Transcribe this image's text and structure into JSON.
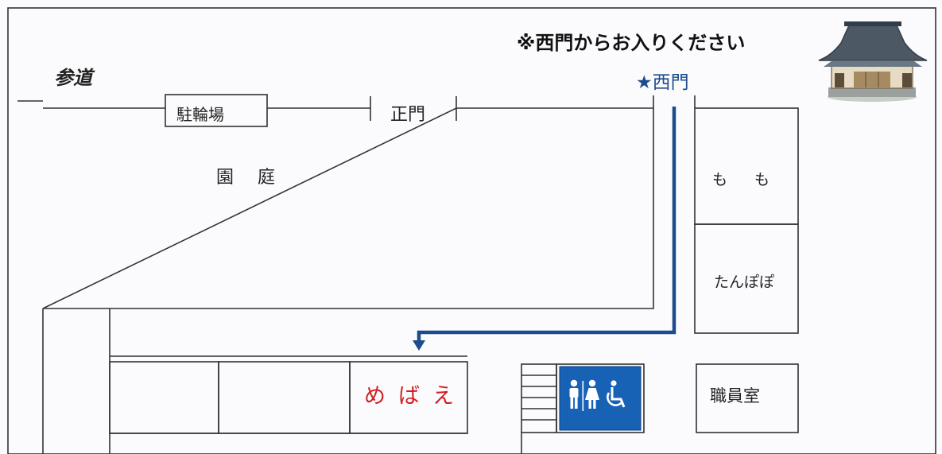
{
  "notice": "※西門からお入りください",
  "approach": "参道",
  "west_gate": "★西門",
  "bike_parking": "駐輪場",
  "main_gate": "正門",
  "garden": "園庭",
  "room_momo": "もも",
  "room_tanpopo": "たんぽぽ",
  "room_mebae": "めばえ",
  "staff_room": "職員室",
  "colors": {
    "route": "#1c4c8c",
    "mebae_label": "#d11e22",
    "restroom_sign": "#1862b6",
    "lines": "#333333"
  },
  "icons": {
    "temple": "temple-building-icon",
    "restroom": "restroom-wheelchair-icon",
    "route_arrow": "arrow-down-icon"
  }
}
